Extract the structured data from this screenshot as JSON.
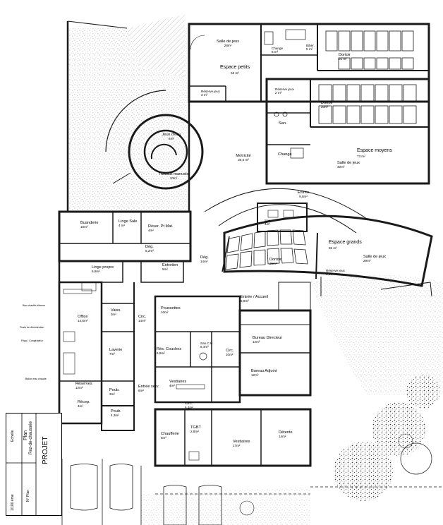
{
  "rooms": {
    "salle_de_jeux_top": {
      "name": "Salle de jeux",
      "area": "28m²"
    },
    "espace_petits": {
      "name": "Espace petits",
      "area": "53 m²"
    },
    "reserve_jeux_top": {
      "name": "Réserve jeux",
      "area": "3 m²"
    },
    "change_top": {
      "name": "Change",
      "area": "6 m²"
    },
    "biber": {
      "name": "Biber.",
      "area": "5 m²"
    },
    "dortoir_top": {
      "name": "Dortoir",
      "area": "25 m²"
    },
    "reserve_jeux_mid": {
      "name": "Réserve jeux",
      "area": "2 m²"
    },
    "dortoir_mid": {
      "name": "Dortoir",
      "area": "20m²"
    },
    "san_mid": {
      "name": "San.",
      "area": ""
    },
    "change_mid": {
      "name": "Change",
      "area": ""
    },
    "espace_moyens": {
      "name": "Espace moyens",
      "area": "73 m²"
    },
    "salle_de_jeux_mid": {
      "name": "Salle de jeux",
      "area": "30m²"
    },
    "jeux_deau": {
      "name": "Jeux d'eau",
      "area": "6m²"
    },
    "travaux_manuels": {
      "name": "Travaux manuels",
      "area": "10m²"
    },
    "motricite": {
      "name": "Motricité",
      "area": "30,5 m²"
    },
    "entree_top": {
      "name": "Entrée",
      "area": "9,8m²"
    },
    "san_right": {
      "name": "San.",
      "area": "4m²"
    },
    "espace_grands": {
      "name": "Espace grands",
      "area": "55 m²"
    },
    "salle_de_jeux_right": {
      "name": "Salle de jeux",
      "area": "29m²"
    },
    "dortoir_right": {
      "name": "Dortoir",
      "area": "25m²"
    },
    "reserve_jeux_right": {
      "name": "Réserve jeux",
      "area": "3 m²"
    },
    "buanderie": {
      "name": "Buanderie",
      "area": "10m²"
    },
    "linge_sale": {
      "name": "Linge Sale",
      "area": "4 m²"
    },
    "reser_pt_mat": {
      "name": "Réser. Pt Mat.",
      "area": "4m²"
    },
    "deg_1": {
      "name": "Dég.",
      "area": "6,2m²"
    },
    "deg_2": {
      "name": "Dég.",
      "area": "14m²"
    },
    "linge_propre": {
      "name": "Linge propre",
      "area": "6,8m²"
    },
    "entretien": {
      "name": "Entretien",
      "area": "5m²"
    },
    "entree_accueil": {
      "name": "Entrée / Accueil",
      "area": "6,8m²"
    },
    "office": {
      "name": "Office",
      "area": "14,5m²"
    },
    "vaiss": {
      "name": "Vaiss.",
      "area": "3m²"
    },
    "circ_1": {
      "name": "Circ.",
      "area": "14m²"
    },
    "poussettes": {
      "name": "Poussettes",
      "area": "10m²"
    },
    "san_c": {
      "name": "San.C.H",
      "area": "6,4m²"
    },
    "circ_2": {
      "name": "Circ.",
      "area": "10m²"
    },
    "bureau_directeur": {
      "name": "Bureau Directeur",
      "area": "12m²"
    },
    "laverie": {
      "name": "Laverie",
      "area": "7m²"
    },
    "res_couches": {
      "name": "Rés. Couches",
      "area": "6,8m²"
    },
    "reserves": {
      "name": "Réserves",
      "area": "12m²"
    },
    "bureau_adjoint": {
      "name": "Bureau Adjoint",
      "area": "12m²"
    },
    "vestiaires_1": {
      "name": "Vestiaires",
      "area": "4m²"
    },
    "entree_serv": {
      "name": "Entrée serv.",
      "area": "6m²"
    },
    "recep": {
      "name": "Récep.",
      "area": "4m²"
    },
    "poub_1": {
      "name": "Poub.",
      "area": "3m²"
    },
    "circ_3": {
      "name": "Circ.",
      "area": "6,4m²"
    },
    "poub_2": {
      "name": "Poub.",
      "area": "4,3m²"
    },
    "chaufferie": {
      "name": "Chaufferie",
      "area": "6m²"
    },
    "tgbt": {
      "name": "TGBT",
      "area": "2,8m²"
    },
    "vestiaires_2": {
      "name": "Vestiaires",
      "area": "17m²"
    },
    "detente": {
      "name": "Détente",
      "area": "14m²"
    }
  },
  "annotations": {
    "a1": "Bac-chauffe-biberon",
    "a2": "Poste de désinfection",
    "a3": "Frigo / Congélateur",
    "a4": "Ballon eau chaude"
  },
  "cartouche": {
    "projet": "PROJET",
    "plan": "Plan",
    "niveau": "Rez-de-chaussée",
    "echelle": "Echelle",
    "echelle_val": "1/100 ème",
    "num_plan": "N° Plan"
  },
  "colors": {
    "wall": "#1a1a1a",
    "hatch": "#8a8a8a",
    "stipple": "#9a9a9a",
    "paper": "#ffffff"
  }
}
